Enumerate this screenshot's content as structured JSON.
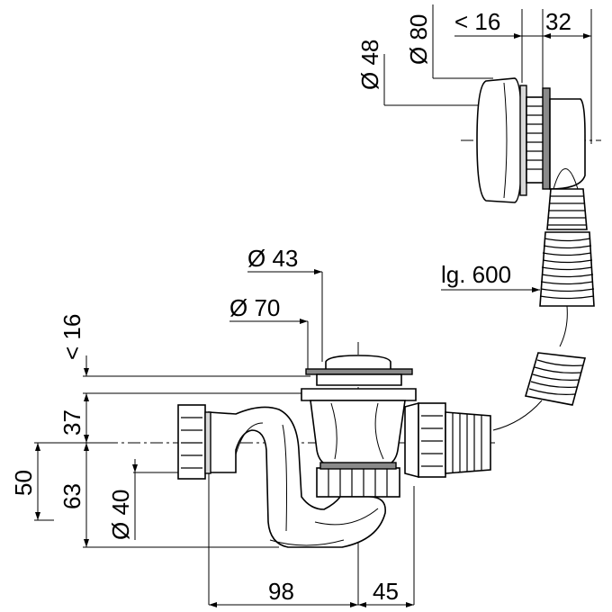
{
  "dimensions": {
    "overflow_outer_diameter": "Ø 80",
    "overflow_inner_diameter": "Ø 48",
    "overflow_wall_max": "< 16",
    "overflow_depth": "32",
    "hose_length": "lg. 600",
    "drain_top_diameter": "Ø 43",
    "drain_flange_diameter": "Ø 70",
    "drain_wall_max": "< 16",
    "height_37": "37",
    "height_50": "50",
    "height_63": "63",
    "outlet_diameter": "Ø 40",
    "length_98": "98",
    "length_45": "45"
  }
}
